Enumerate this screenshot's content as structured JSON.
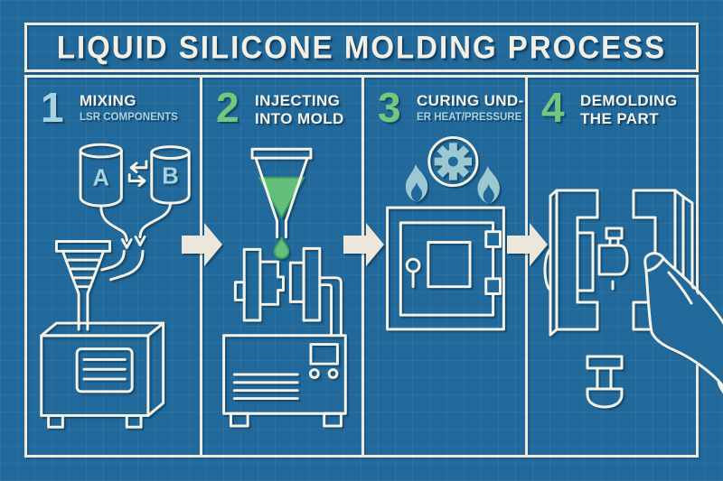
{
  "title": "LIQUID SILICONE MOLDING PROCESS",
  "colors": {
    "background": "#21699B",
    "line": "#F5F2E8",
    "frame": "#EDE9DD",
    "arrow": "#ECE7DA",
    "accent_light_blue": "#A9D2DF",
    "accent_green": "#74C77E",
    "liquid_green": "#62C07A",
    "liquid_green_edge": "#3E9E5E",
    "flame_teal": "#9CC8D1",
    "title_text": "#F2EFE5",
    "heading_text": "#F5F2E8"
  },
  "steps": [
    {
      "number": "1",
      "number_color": "#A9D2DF",
      "line1": "MIXING",
      "line2": "LSR COMPONENTS"
    },
    {
      "number": "2",
      "number_color": "#74C77E",
      "line1": "INJECTING",
      "line2": "INTO MOLD"
    },
    {
      "number": "3",
      "number_color": "#74C77E",
      "line1": "CURING UND-",
      "line2": "ER HEAT/PRESSURE"
    },
    {
      "number": "4",
      "number_color": "#74C77E",
      "line1": "DEMOLDING",
      "line2": "THE PART"
    }
  ],
  "mixing": {
    "cylinder_a_label": "A",
    "cylinder_b_label": "B"
  }
}
